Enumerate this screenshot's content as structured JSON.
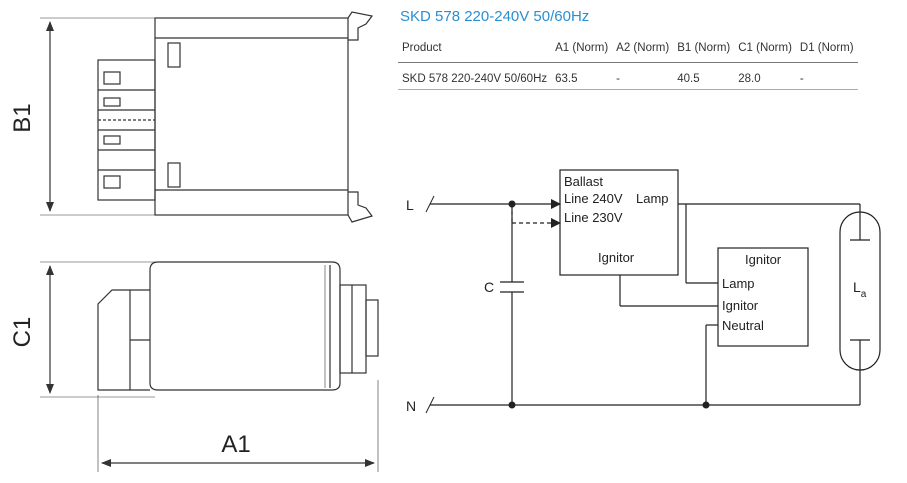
{
  "dimensions": {
    "a1": "A1",
    "b1": "B1",
    "c1": "C1"
  },
  "product_title": "SKD 578 220-240V 50/60Hz",
  "spec_table": {
    "headers": [
      "Product",
      "A1 (Norm)",
      "A2 (Norm)",
      "B1 (Norm)",
      "C1 (Norm)",
      "D1 (Norm)"
    ],
    "rows": [
      [
        "SKD 578 220-240V 50/60Hz",
        "63.5",
        "-",
        "40.5",
        "28.0",
        "-"
      ]
    ]
  },
  "wiring": {
    "line_label": "L",
    "neutral_label": "N",
    "capacitor_label": "C",
    "ballast": {
      "title": "Ballast",
      "line_240": "Line 240V",
      "line_230": "Line 230V",
      "lamp": "Lamp",
      "ignitor": "Ignitor"
    },
    "ignitor_box": {
      "title": "Ignitor",
      "lamp": "Lamp",
      "ignitor": "Ignitor",
      "neutral": "Neutral"
    },
    "lamp_label": "L",
    "lamp_label_sub": "a"
  }
}
